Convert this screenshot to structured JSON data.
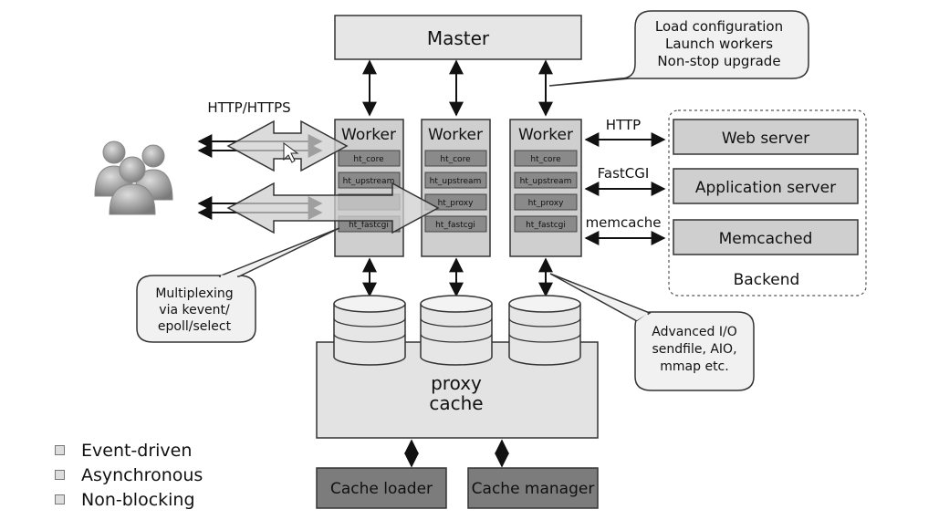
{
  "master": {
    "label": "Master"
  },
  "callouts": {
    "master_tasks": [
      "Load configuration",
      "Launch workers",
      "Non-stop upgrade"
    ],
    "multiplexing": [
      "Multiplexing",
      "via kevent/",
      "epoll/select"
    ],
    "advanced_io": [
      "Advanced I/O",
      "sendfile, AIO,",
      "mmap etc."
    ]
  },
  "client_protocol": "HTTP/HTTPS",
  "workers": [
    {
      "title": "Worker",
      "modules": [
        "ht_core",
        "ht_upstream",
        "",
        "ht_fastcgi"
      ]
    },
    {
      "title": "Worker",
      "modules": [
        "ht_core",
        "ht_upstream",
        "ht_proxy",
        "ht_fastcgi"
      ]
    },
    {
      "title": "Worker",
      "modules": [
        "ht_core",
        "ht_upstream",
        "ht_proxy",
        "ht_fastcgi"
      ]
    }
  ],
  "backend_links": [
    {
      "protocol": "HTTP",
      "target": "Web server"
    },
    {
      "protocol": "FastCGI",
      "target": "Application server"
    },
    {
      "protocol": "memcache",
      "target": "Memcached"
    }
  ],
  "backend_label": "Backend",
  "proxy_cache": {
    "line1": "proxy",
    "line2": "cache"
  },
  "cache_processes": {
    "loader": "Cache loader",
    "manager": "Cache manager"
  },
  "features": [
    "Event-driven",
    "Asynchronous",
    "Non-blocking"
  ],
  "colors": {
    "box_fill": "#e6e6e6",
    "worker_fill": "#cfcfcf",
    "module_fill": "#8a8a8a",
    "module_text": "#f2f2f2",
    "dark_box": "#7c7c7c",
    "border": "#333333"
  }
}
